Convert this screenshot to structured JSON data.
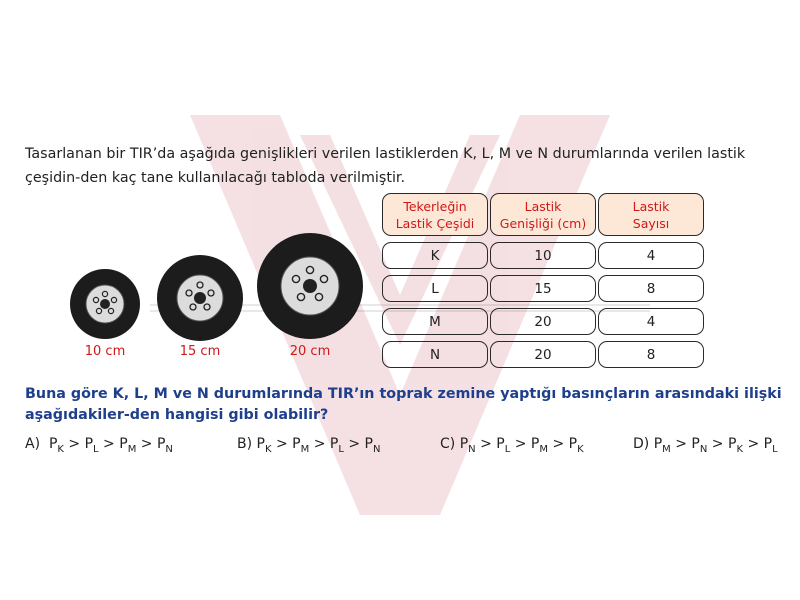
{
  "intro_text": "Tasarlanan bir TIR’da aşağıda genişlikleri verilen lastiklerden K, L, M ve N durumlarında verilen lastik çeşidin-den kaç tane kullanılacağı tabloda verilmiştir.",
  "tires": [
    {
      "label": "10 cm"
    },
    {
      "label": "15 cm"
    },
    {
      "label": "20 cm"
    }
  ],
  "table": {
    "headers": [
      [
        "Tekerleğin",
        "Lastik Çeşidi"
      ],
      [
        "Lastik",
        "Genişliği (cm)"
      ],
      [
        "Lastik",
        "Sayısı"
      ]
    ],
    "rows": [
      [
        "K",
        "10",
        "4"
      ],
      [
        "L",
        "15",
        "8"
      ],
      [
        "M",
        "20",
        "4"
      ],
      [
        "N",
        "20",
        "8"
      ]
    ]
  },
  "question_text": "Buna göre K, L, M ve N durumlarında TIR’ın toprak zemine yaptığı basınçların arasındaki ilişki aşağıdakiler-den hangisi gibi olabilir?",
  "options": [
    {
      "letter": "A)",
      "order": [
        "K",
        "L",
        "M",
        "N"
      ]
    },
    {
      "letter": "B)",
      "order": [
        "K",
        "M",
        "L",
        "N"
      ]
    },
    {
      "letter": "C)",
      "order": [
        "N",
        "L",
        "M",
        "K"
      ]
    },
    {
      "letter": "D)",
      "order": [
        "M",
        "N",
        "K",
        "L"
      ]
    }
  ],
  "colors": {
    "accent_red": "#d01818",
    "question_blue": "#1e3f8c",
    "header_fill": "#fde8d8"
  }
}
